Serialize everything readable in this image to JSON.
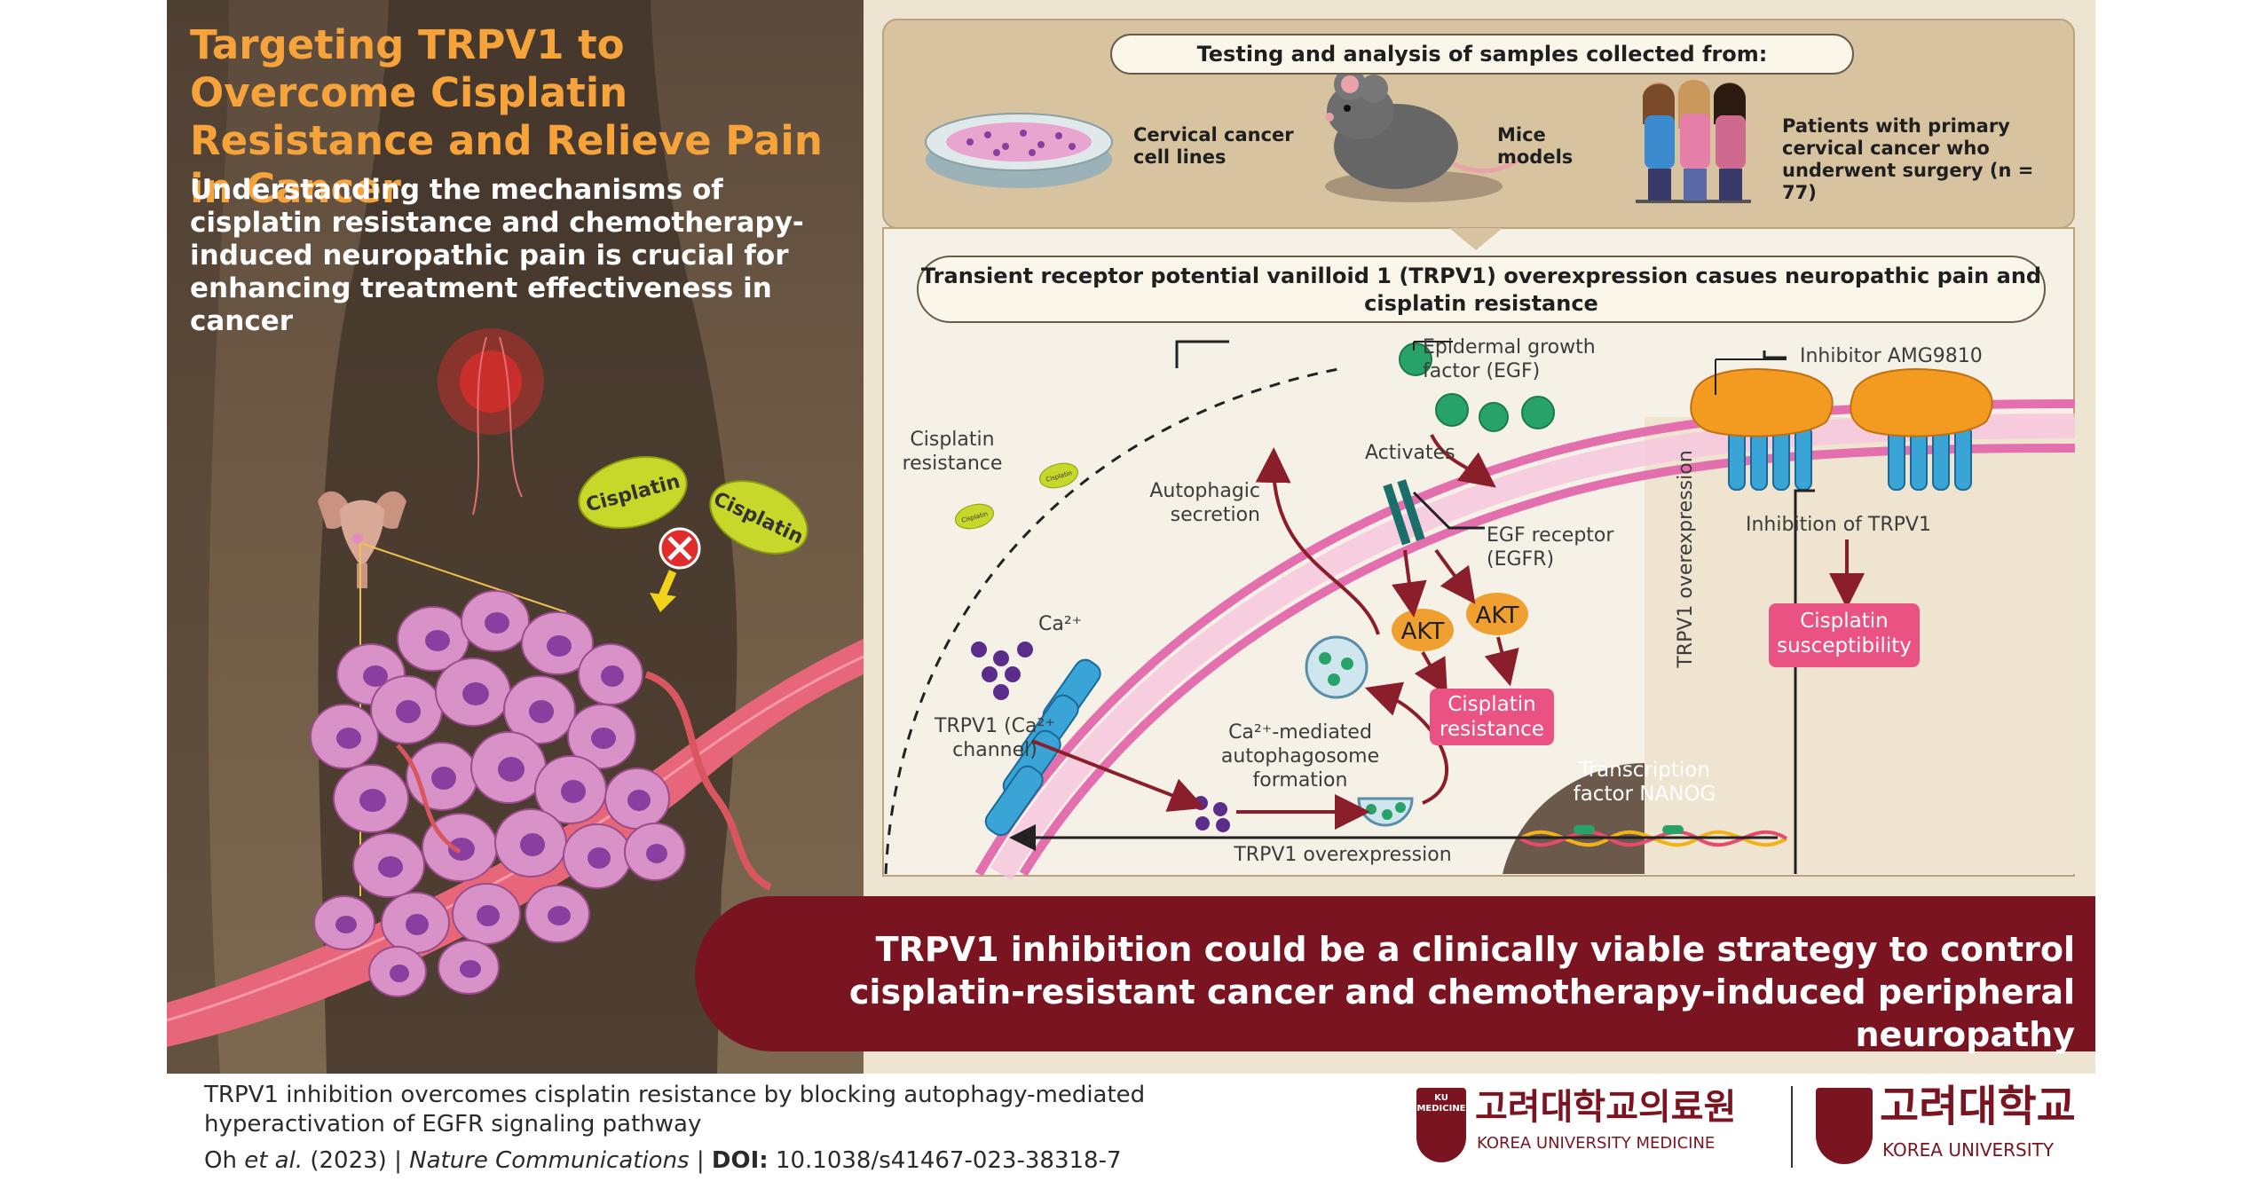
{
  "left": {
    "title": "Targeting TRPV1 to Overcome Cisplatin Resistance and Relieve Pain in Cancer",
    "subtitle": "Understanding the mechanisms of cisplatin resistance and chemotherapy-induced neuropathic pain is crucial for enhancing treatment effectiveness in cancer",
    "pill_label_1": "Cisplatin",
    "pill_label_2": "Cisplatin"
  },
  "samples": {
    "heading": "Testing and analysis of samples collected from:",
    "cell_lines": "Cervical cancer cell lines",
    "mice": "Mice models",
    "patients": "Patients with primary cervical cancer who underwent surgery (n = 77)"
  },
  "mechanism": {
    "heading": "Transient receptor potential vanilloid 1 (TRPV1) overexpression casues neuropathic pain and cisplatin resistance",
    "egf": "Epidermal growth factor (EGF)",
    "activates": "Activates",
    "egfr": "EGF receptor (EGFR)",
    "akt1": "AKT",
    "akt2": "AKT",
    "cis_resistance_box": "Cisplatin resistance",
    "cis_resistance_label": "Cisplatin resistance",
    "cis_small": "Cisplatin",
    "autophagic_secretion": "Autophagic secretion",
    "ca": "Ca²⁺",
    "trpv1_channel": "TRPV1 (Ca²⁺ channel)",
    "autophagosome": "Ca²⁺-mediated autophagosome formation",
    "trpv1_overexpression_h": "TRPV1 overexpression",
    "trpv1_overexpression_v": "TRPV1 overexpression",
    "nanog": "Transcription factor NANOG",
    "inhibitor": "Inhibitor AMG9810",
    "inhibition": "Inhibition of TRPV1",
    "susceptibility": "Cisplatin susceptibility"
  },
  "conclusion": {
    "line1": "TRPV1 inhibition could be a clinically viable strategy to control",
    "line2": "cisplatin-resistant cancer and chemotherapy-induced peripheral neuropathy"
  },
  "footer": {
    "cite_line1": "TRPV1 inhibition overcomes cisplatin resistance by blocking autophagy-mediated",
    "cite_line2": "hyperactivation of EGFR signaling pathway",
    "authors": "Oh",
    "etal": "et al.",
    "year": "(2023) |",
    "journal": "Nature Communications",
    "sep": "|",
    "doi_label": "DOI:",
    "doi": "10.1038/s41467-023-38318-7",
    "logo1_badge": "KU MEDICINE",
    "logo1_korean": "고려대학교의료원",
    "logo1_english": "KOREA UNIVERSITY MEDICINE",
    "logo2_korean": "고려대학교",
    "logo2_english": "KOREA UNIVERSITY"
  },
  "colors": {
    "title_orange": "#f6a33b",
    "banner_red": "#7a1420",
    "pink_box": "#ea5283",
    "egf_green": "#27a36a",
    "akt_orange": "#f0a030",
    "channel_blue": "#3aa4d6"
  }
}
